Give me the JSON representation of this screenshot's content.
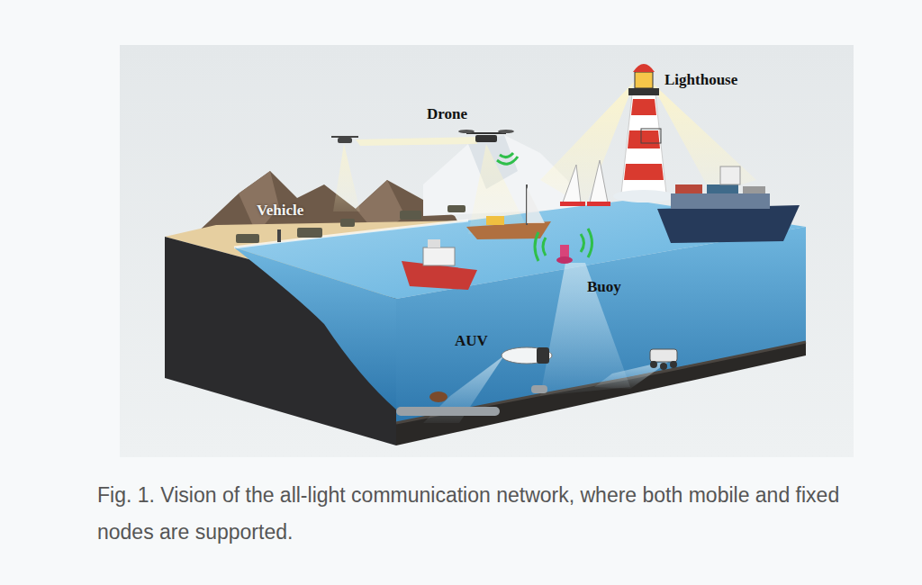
{
  "diagram": {
    "caption": "Fig. 1. Vision of the all-light communication network, where both mobile and fixed nodes are supported.",
    "labels": [
      "Lighthouse",
      "Drone",
      "Vehicle",
      "Buoy",
      "AUV"
    ]
  }
}
